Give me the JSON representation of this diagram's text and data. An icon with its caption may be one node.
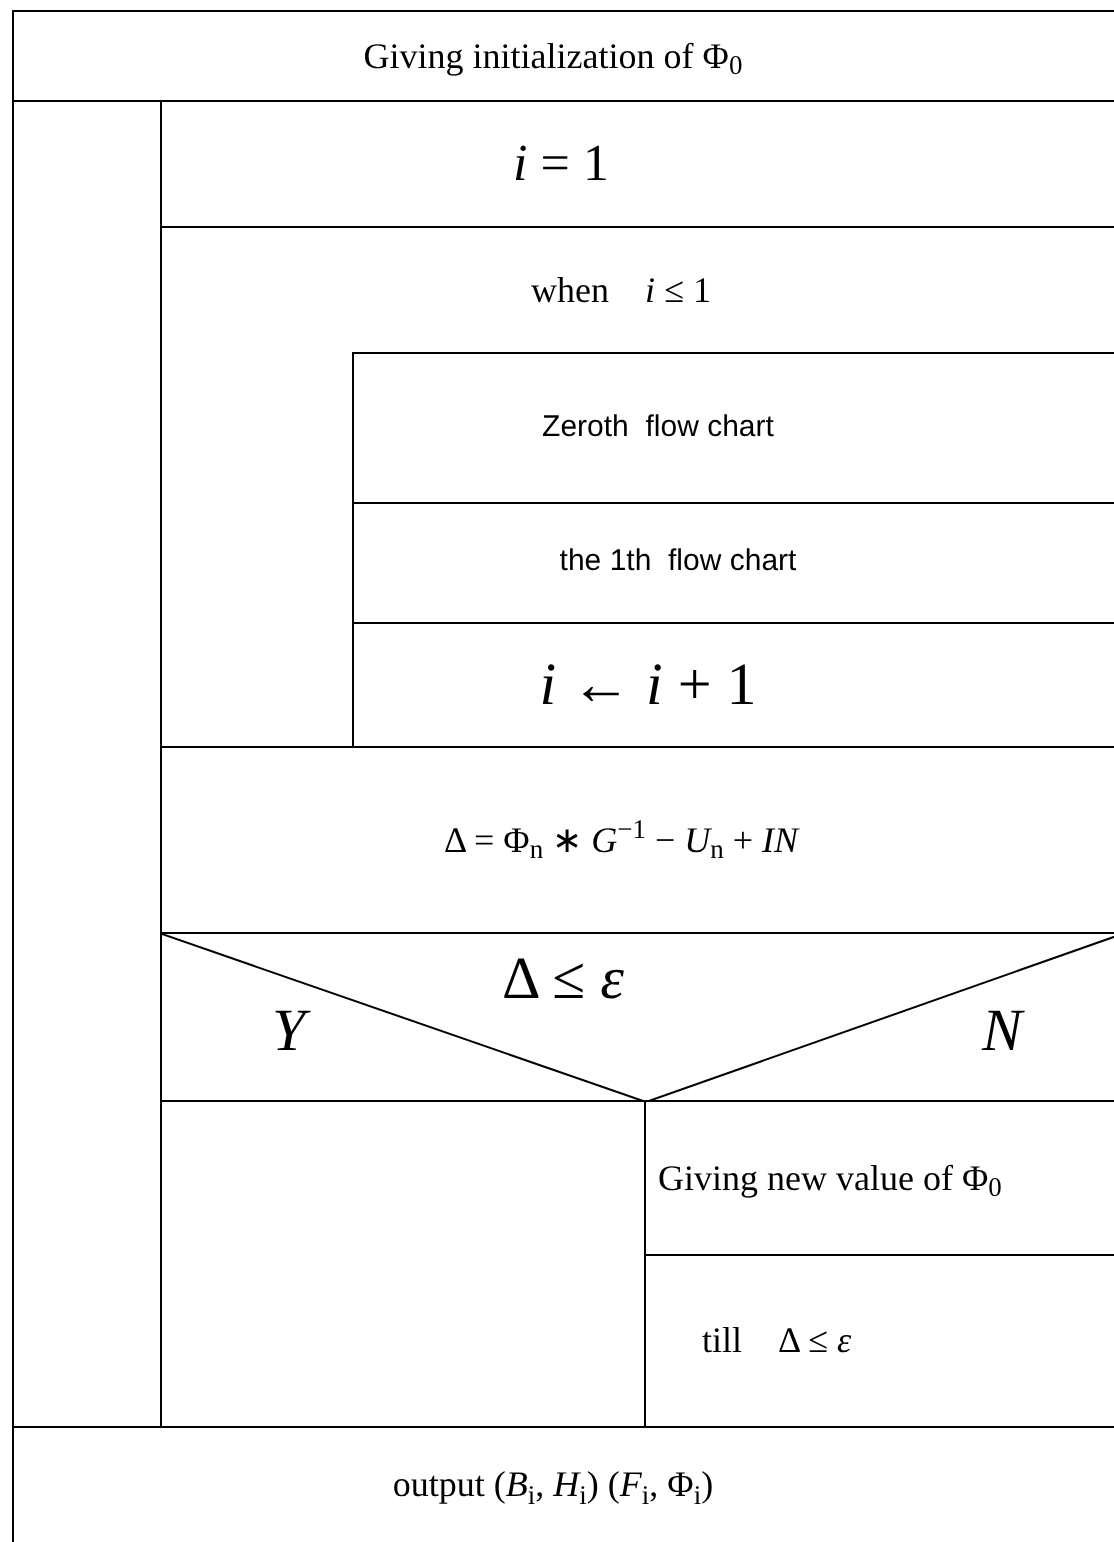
{
  "diagram": {
    "nodes": [
      {
        "text": [
          "Giving initialization of Φ$_{0}$"
        ]
      },
      {
        "text": [
          "*i* = 1"
        ]
      },
      {
        "text": [
          "when    *i* ≤ 1"
        ]
      },
      {
        "text": [
          "Zeroth  flow chart"
        ],
        "in": 2
      },
      {
        "text": [
          "the 1th  flow chart"
        ],
        "in": 2
      },
      {
        "text": [
          "*i* ← *i* + 1"
        ],
        "in": 2
      },
      {
        "text": [
          "Δ = Φ$_{n}$ ∗ *G*$^{−1}$ − *U*$_{n}$ + *IN*"
        ]
      },
      {
        "text": [
          "Δ ≤ *ε*",
          "Y",
          "N"
        ]
      },
      {
        "text": [],
        "shape": "box"
      },
      {
        "text": [
          "Giving new value of Φ$_{0}$"
        ]
      },
      {
        "text": [
          "till    Δ ≤ *ε*"
        ]
      },
      {
        "text": [
          "output (*B*$_{i}$, *H*$_{i}$) (*F*$_{i}$, Φ$_{i}$)"
        ]
      }
    ]
  }
}
